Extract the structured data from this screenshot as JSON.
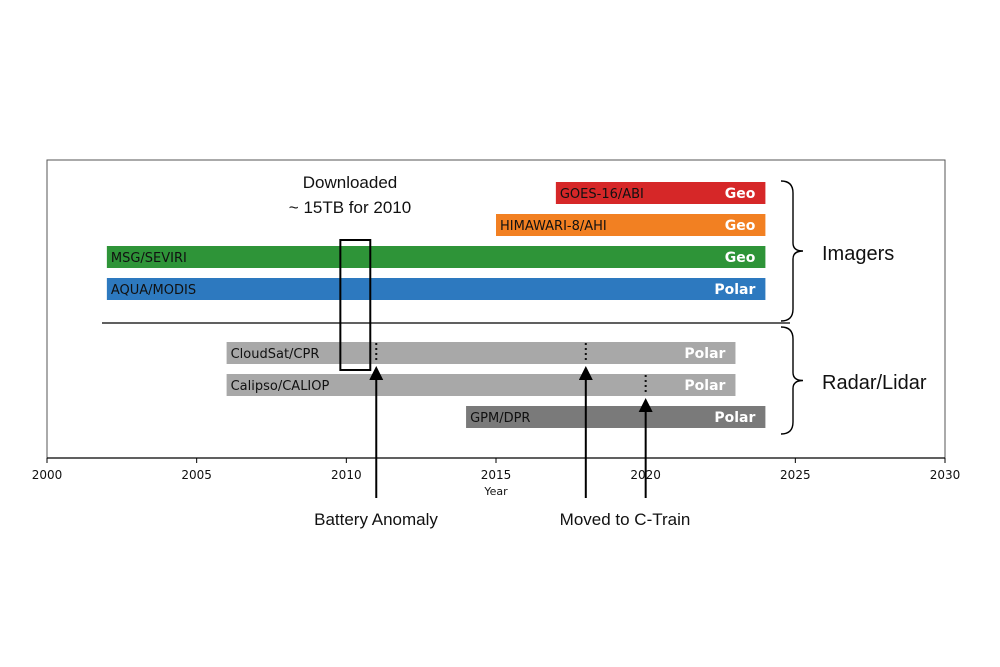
{
  "chart_data": {
    "type": "bar",
    "orientation": "horizontal-timeline",
    "xlabel": "Year",
    "xlim": [
      2000,
      2030
    ],
    "xticks": [
      "2000",
      "2005",
      "2010",
      "2015",
      "2020",
      "2025",
      "2030"
    ],
    "grid": false,
    "bars": [
      {
        "name": "GOES-16/ABI",
        "orbit": "Geo",
        "start": 2017.0,
        "end": 2024.0,
        "color": "#d62728",
        "group": "imagers"
      },
      {
        "name": "HIMAWARI-8/AHI",
        "orbit": "Geo",
        "start": 2015.0,
        "end": 2024.0,
        "color": "#f28022",
        "group": "imagers"
      },
      {
        "name": "MSG/SEVIRI",
        "orbit": "Geo",
        "start": 2002.0,
        "end": 2024.0,
        "color": "#2e9438",
        "group": "imagers"
      },
      {
        "name": "AQUA/MODIS",
        "orbit": "Polar",
        "start": 2002.0,
        "end": 2024.0,
        "color": "#2d79bf",
        "group": "imagers"
      },
      {
        "name": "CloudSat/CPR",
        "orbit": "Polar",
        "start": 2006.0,
        "end": 2023.0,
        "color": "#a8a8a8",
        "group": "radar_lidar"
      },
      {
        "name": "Calipso/CALIOP",
        "orbit": "Polar",
        "start": 2006.0,
        "end": 2023.0,
        "color": "#a8a8a8",
        "group": "radar_lidar"
      },
      {
        "name": "GPM/DPR",
        "orbit": "Polar",
        "start": 2014.0,
        "end": 2024.0,
        "color": "#7a7a7a",
        "group": "radar_lidar"
      }
    ],
    "event_markers": [
      {
        "bar": "CloudSat/CPR",
        "x": 2011.0
      },
      {
        "bar": "CloudSat/CPR",
        "x": 2018.0
      },
      {
        "bar": "Calipso/CALIOP",
        "x": 2020.0
      }
    ],
    "highlight_box": {
      "x_start": 2009.8,
      "x_end": 2010.8
    },
    "groups": [
      {
        "key": "imagers",
        "label": "Imagers"
      },
      {
        "key": "radar_lidar",
        "label": "Radar/Lidar"
      }
    ],
    "annotations": {
      "downloaded": [
        "Downloaded",
        "~ 15TB for 2010"
      ],
      "battery": "Battery Anomaly",
      "ctrain": "Moved to C-Train"
    },
    "colors": {
      "frame": "#555555",
      "text": "#111111",
      "bar_text_light": "#ffffff"
    }
  }
}
